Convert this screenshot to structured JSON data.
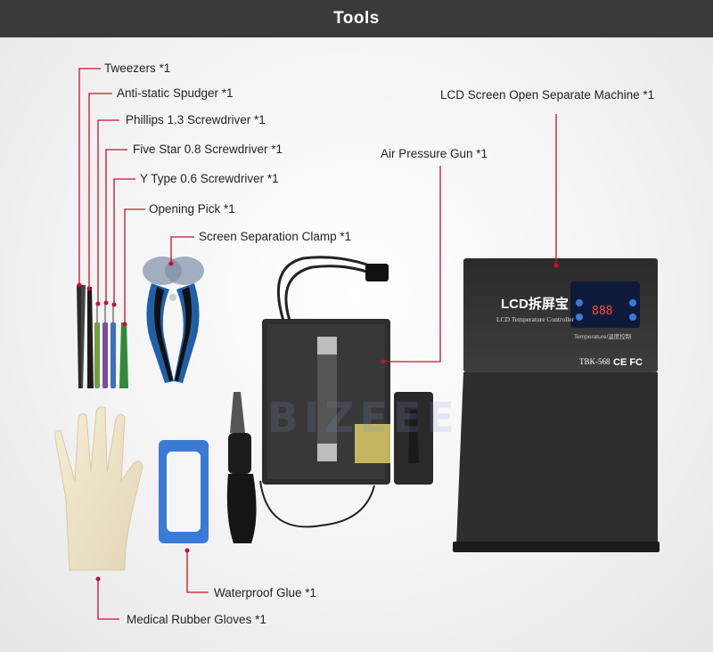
{
  "header": {
    "title": "Tools"
  },
  "labels": {
    "tweezers": "Tweezers *1",
    "spudger": "Anti-static Spudger *1",
    "phillips": "Phillips 1.3 Screwdriver  *1",
    "five_star": "Five Star 0.8 Screwdriver *1",
    "y_type": "Y Type 0.6 Screwdriver  *1",
    "opening_pick": "Opening Pick  *1",
    "clamp": "Screen Separation Clamp *1",
    "air_gun": "Air Pressure Gun  *1",
    "machine": "LCD Screen Open Separate Machine  *1",
    "glue": "Waterproof Glue *1",
    "gloves": "Medical Rubber Gloves  *1"
  },
  "machine_panel": {
    "brand": "LCD拆屏宝",
    "subtitle": "LCD Temperature Controller",
    "model": "TBK-568",
    "marks": "CE FC",
    "display": "888",
    "temp_label": "Temperature/温度控制"
  },
  "watermark": {
    "text": "BIZEEE"
  },
  "colors": {
    "header_bg": "#3a3a3a",
    "pointer_line": "#c8102e"
  }
}
